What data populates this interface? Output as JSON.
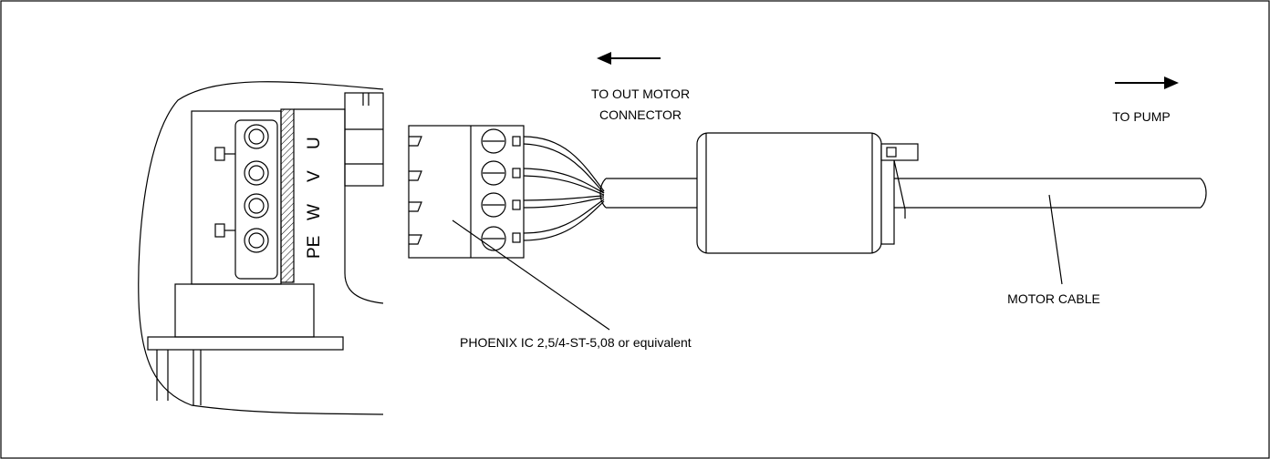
{
  "labels": {
    "to_out_motor_line1": "TO OUT MOTOR",
    "to_out_motor_line2": "CONNECTOR",
    "to_pump": "TO PUMP",
    "motor_cable": "MOTOR CABLE",
    "phoenix": "PHOENIX IC 2,5/4-ST-5,08 or equivalent"
  },
  "pins": {
    "pe": "PE",
    "w": "W",
    "v": "V",
    "u": "U"
  }
}
